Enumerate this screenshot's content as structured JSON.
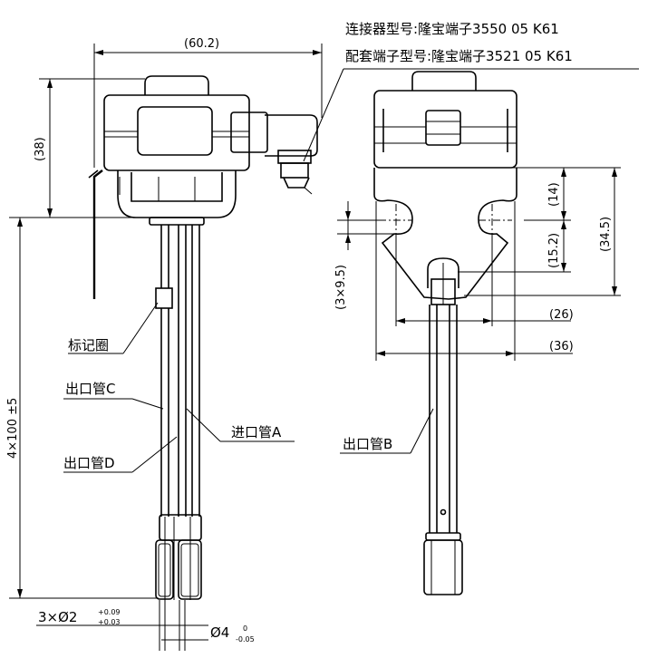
{
  "header": {
    "connector_model": "连接器型号:隆宝端子3550 05 K61",
    "terminal_model": "配套端子型号:隆宝端子3521 05 K61"
  },
  "dimensions": {
    "width_60": "(60.2)",
    "height_38": "(38)",
    "length_400": "4×100 ±5",
    "d14": "(14)",
    "d15": "(15.2)",
    "d345": "(34.5)",
    "d395": "(3×9.5)",
    "d26": "(26)",
    "d36": "(36)",
    "pipe_dia": "3×Ø2",
    "pipe_tol_upper": "+0.09",
    "pipe_tol_lower": "+0.03",
    "outer_dia": "Ø4",
    "outer_tol_upper": "0",
    "outer_tol_lower": "-0.05"
  },
  "labels": {
    "marker_ring": "标记圈",
    "outlet_c": "出口管C",
    "inlet_a": "进口管A",
    "outlet_d": "出口管D",
    "outlet_b": "出口管B"
  }
}
